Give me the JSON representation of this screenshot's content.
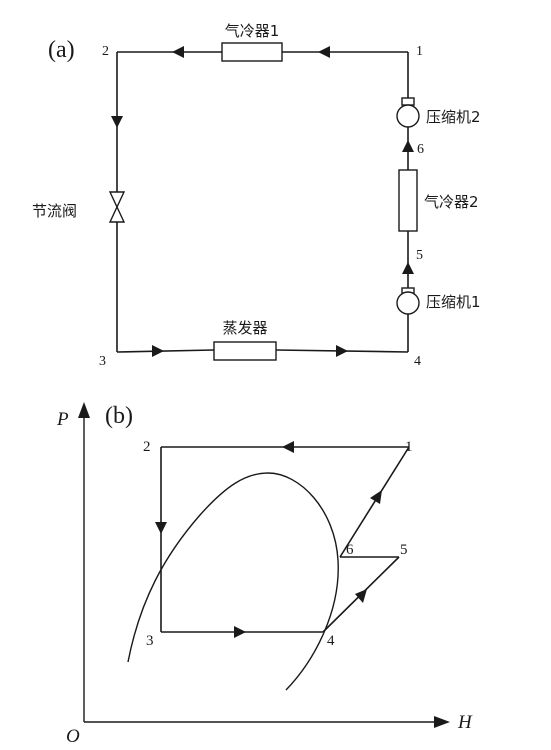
{
  "panel_a": {
    "label": "(a)",
    "nodes": {
      "n1": "1",
      "n2": "2",
      "n3": "3",
      "n4": "4",
      "n5": "5",
      "n6": "6"
    },
    "components": {
      "gas_cooler_1": "气冷器1",
      "gas_cooler_2": "气冷器2",
      "compressor_1": "压缩机1",
      "compressor_2": "压缩机2",
      "throttle_valve": "节流阀",
      "evaporator": "蒸发器"
    }
  },
  "panel_b": {
    "label": "(b)",
    "y_axis": "P",
    "x_axis": "H",
    "origin": "O",
    "points": {
      "p1": "1",
      "p2": "2",
      "p3": "3",
      "p4": "4",
      "p5": "5",
      "p6": "6"
    }
  }
}
